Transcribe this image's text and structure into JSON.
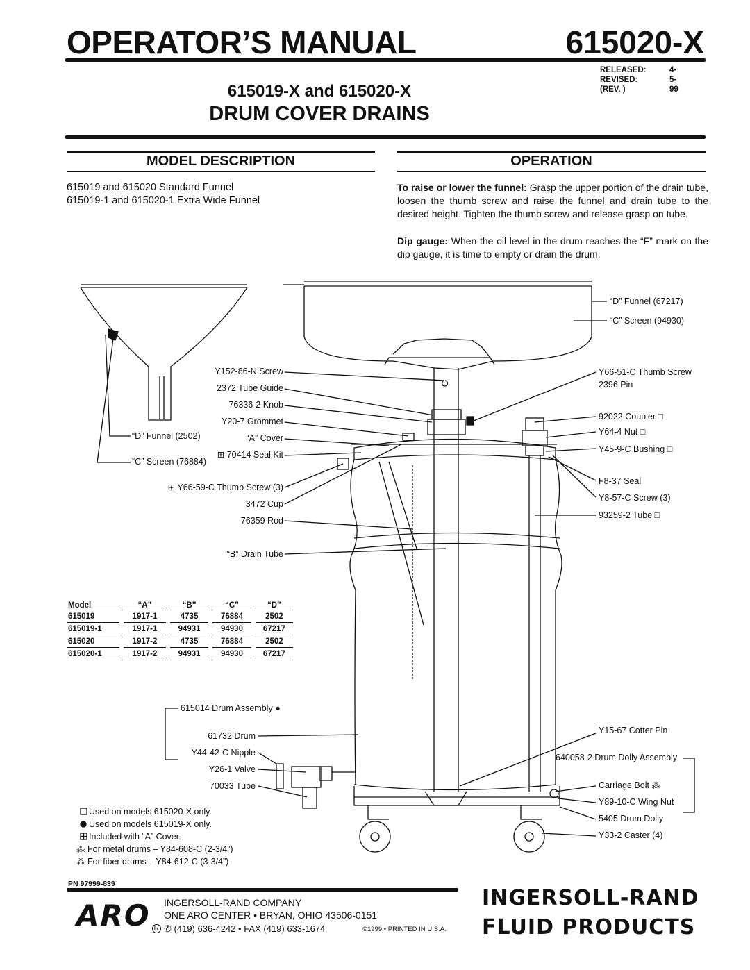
{
  "header": {
    "title": "OPERATOR’S MANUAL",
    "model_number": "615020-X",
    "released_label": "RELEASED:",
    "released_value": "4-5-99",
    "revised_label": "REVISED:",
    "rev_label": "(REV. )",
    "subtitle_line1": "615019-X and 615020-X",
    "subtitle_line2": "DRUM COVER DRAINS"
  },
  "model_description": {
    "heading": "MODEL DESCRIPTION",
    "line1": "615019 and 615020 Standard Funnel",
    "line2": "615019-1 and 615020-1 Extra Wide Funnel"
  },
  "operation": {
    "heading": "OPERATION",
    "para1_lead": "To raise or lower the funnel:",
    "para1_text": " Grasp the upper portion of the drain tube, loosen the thumb screw and raise the funnel and drain tube to the desired height. Tighten the thumb screw and release grasp on tube.",
    "para2_lead": "Dip gauge:",
    "para2_text": " When the oil level in the drum reaches the “F” mark on the dip gauge, it is time to empty or drain the drum."
  },
  "diagram_labels": {
    "left_funnel": "“D” Funnel (2502)",
    "left_screen": "“C” Screen (76884)",
    "screw": "Y152-86-N Screw",
    "tube_guide": "2372 Tube Guide",
    "knob": "76336-2 Knob",
    "grommet": "Y20-7 Grommet",
    "a_cover": "“A” Cover",
    "seal_kit": "70414 Seal Kit",
    "thumb_screw_3": "Y66-59-C Thumb Screw (3)",
    "cup": "3472 Cup",
    "rod": "76359 Rod",
    "drain_tube": "“B” Drain Tube",
    "d_funnel": "“D” Funnel (67217)",
    "c_screen": "“C” Screen (94930)",
    "thumb_screw": "Y66-51-C Thumb Screw",
    "pin": "2396 Pin",
    "coupler": "92022 Coupler",
    "nut": "Y64-4 Nut",
    "bushing": "Y45-9-C Bushing",
    "seal": "F8-37 Seal",
    "screw3": "Y8-57-C Screw (3)",
    "tube": "93259-2 Tube",
    "drum_assembly": "615014 Drum Assembly",
    "drum": "61732 Drum",
    "nipple": "Y44-42-C Nipple",
    "valve": "Y26-1 Valve",
    "tube70033": "70033 Tube",
    "cotter_pin": "Y15-67 Cotter Pin",
    "dolly_assembly": "640058-2 Drum Dolly Assembly",
    "carriage_bolt": "Carriage Bolt",
    "wing_nut": "Y89-10-C Wing Nut",
    "drum_dolly": "5405 Drum Dolly",
    "caster": "Y33-2 Caster (4)"
  },
  "model_table": {
    "headers": [
      "Model",
      "“A”",
      "“B”",
      "“C”",
      "“D”"
    ],
    "rows": [
      [
        "615019",
        "1917-1",
        "4735",
        "76884",
        "2502"
      ],
      [
        "615019-1",
        "1917-1",
        "94931",
        "94930",
        "67217"
      ],
      [
        "615020",
        "1917-2",
        "4735",
        "76884",
        "2502"
      ],
      [
        "615020-1",
        "1917-2",
        "94931",
        "94930",
        "67217"
      ]
    ]
  },
  "legend": {
    "square": "Used on models 615020-X only.",
    "dot": "Used on models 615019-X only.",
    "grid": "Included with “A” Cover.",
    "metal": "For metal drums – Y84-608-C (2-3/4”)",
    "fiber": "For fiber drums – Y84-612-C (3-3/4”)"
  },
  "footer": {
    "pn": "PN 97999-839",
    "aro": "ARO",
    "company": "INGERSOLL-RAND COMPANY",
    "address": "ONE ARO CENTER • BRYAN, OHIO 43506-0151",
    "phone": "(419) 636-4242 • FAX (419) 633-1674",
    "copyright": "©1999 • PRINTED IN U.S.A.",
    "brand1": "INGERSOLL-RAND",
    "brand2": "FLUID PRODUCTS"
  }
}
